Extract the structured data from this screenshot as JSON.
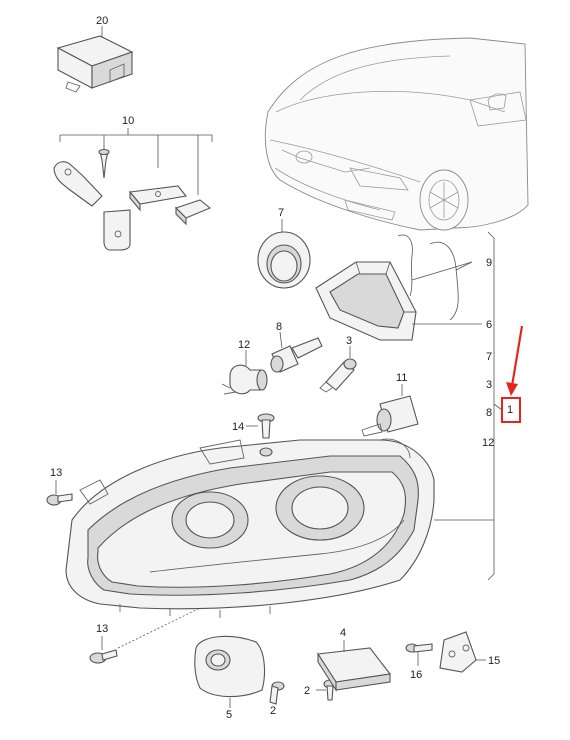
{
  "callouts": [
    {
      "id": "c20",
      "text": "20"
    },
    {
      "id": "c10",
      "text": "10"
    },
    {
      "id": "c7a",
      "text": "7"
    },
    {
      "id": "c9",
      "text": "9"
    },
    {
      "id": "c6",
      "text": "6"
    },
    {
      "id": "c8a",
      "text": "8"
    },
    {
      "id": "c12a",
      "text": "12"
    },
    {
      "id": "c3a",
      "text": "3"
    },
    {
      "id": "c7b",
      "text": "7"
    },
    {
      "id": "c3b",
      "text": "3"
    },
    {
      "id": "c8b",
      "text": "8"
    },
    {
      "id": "c1",
      "text": "1"
    },
    {
      "id": "c12b",
      "text": "12"
    },
    {
      "id": "c11",
      "text": "11"
    },
    {
      "id": "c14",
      "text": "14"
    },
    {
      "id": "c13a",
      "text": "13"
    },
    {
      "id": "c13b",
      "text": "13"
    },
    {
      "id": "c4",
      "text": "4"
    },
    {
      "id": "c5",
      "text": "5"
    },
    {
      "id": "c2a",
      "text": "2"
    },
    {
      "id": "c2b",
      "text": "2"
    },
    {
      "id": "c16",
      "text": "16"
    },
    {
      "id": "c15",
      "text": "15"
    }
  ],
  "highlight": {
    "target": "1",
    "color": "#e8231e"
  }
}
